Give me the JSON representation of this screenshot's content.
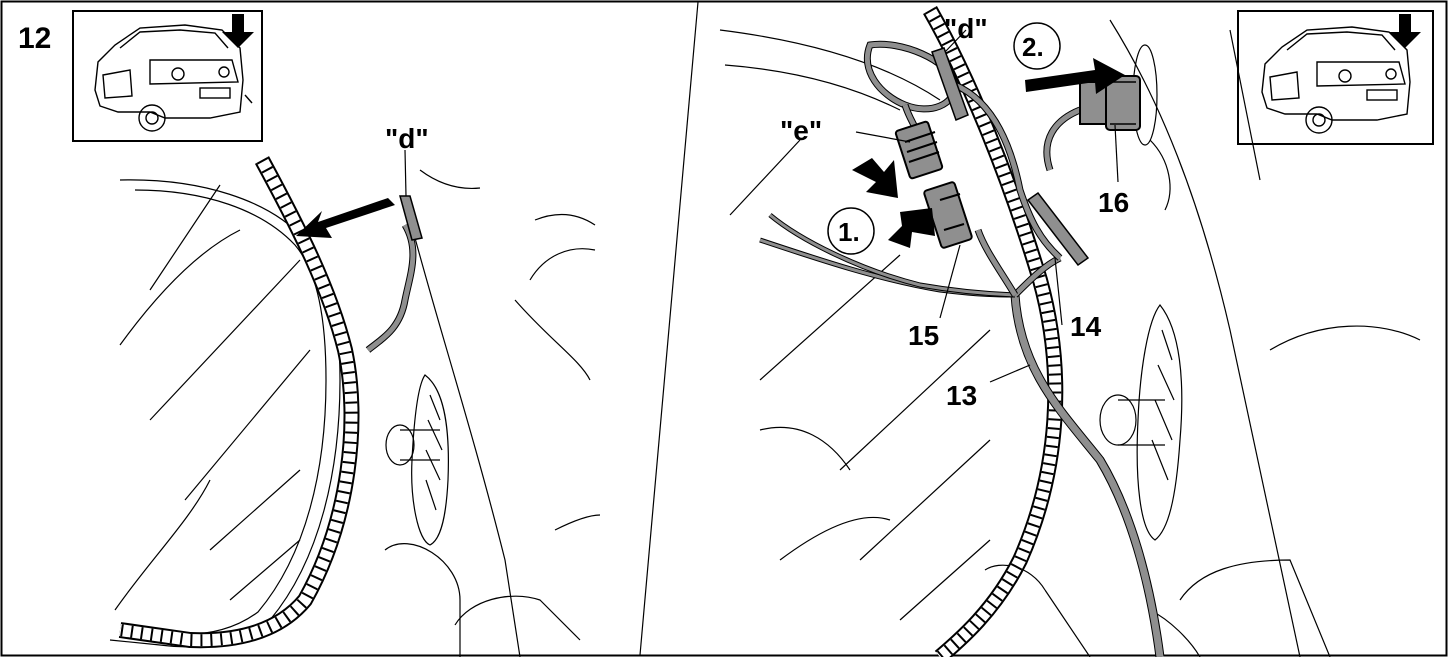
{
  "step_number": "12",
  "labels": {
    "d_left": "\"d\"",
    "d_right": "\"d\"",
    "e": "\"e\"",
    "step_1": "1.",
    "step_2": "2.",
    "part_13": "13",
    "part_14": "14",
    "part_15": "15",
    "part_16": "16"
  },
  "icons": {
    "car_thumbnail_left": "car-rear-view-with-down-arrow",
    "car_thumbnail_right": "car-rear-view-with-down-arrow"
  },
  "colors": {
    "line": "#000000",
    "cable": "#8f8f8f",
    "background": "#ffffff"
  }
}
